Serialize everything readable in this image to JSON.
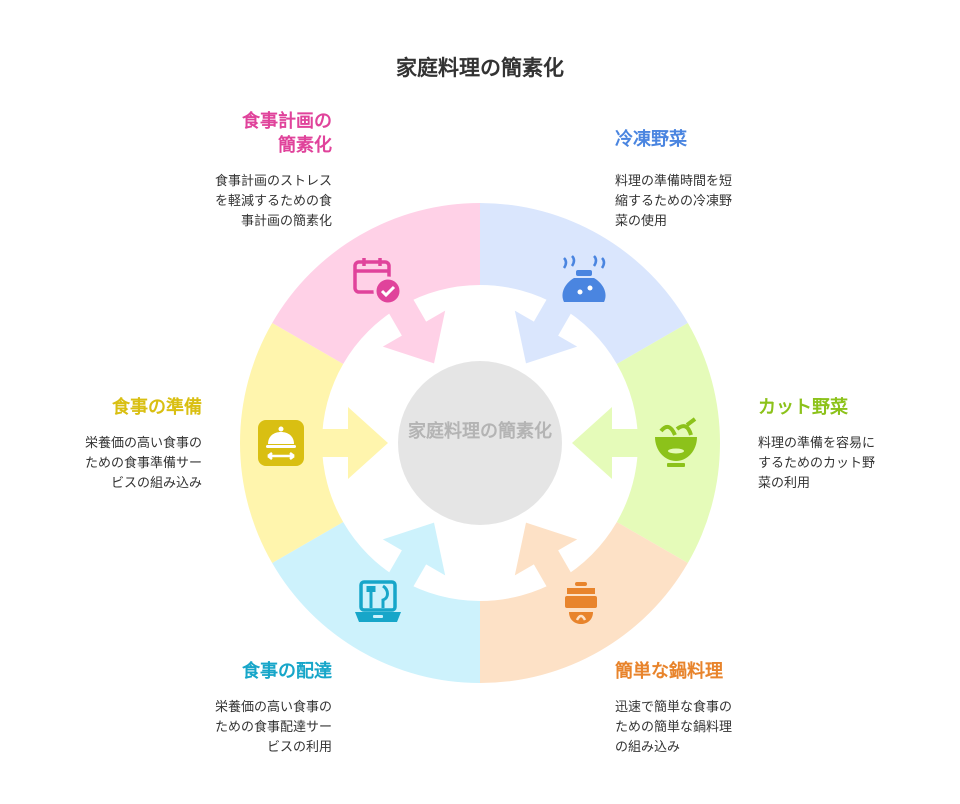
{
  "title": "家庭料理の簡素化",
  "center": {
    "label": "家庭料理の簡素化"
  },
  "colors": {
    "meal_plan": "#e0439b",
    "frozen_veg": "#4a85e0",
    "cut_veg": "#8cc21a",
    "one_pot": "#e8842c",
    "delivery": "#17a6c9",
    "meal_prep": "#d9bf12"
  },
  "segments": {
    "meal_plan": {
      "label_line1": "食事計画の",
      "label_line2": "簡素化",
      "desc": [
        "食事計画のストレス",
        "を軽減するための食",
        "事計画の簡素化"
      ],
      "icon": "calendar-check-icon"
    },
    "frozen_veg": {
      "label": "冷凍野菜",
      "desc": [
        "料理の準備時間を短",
        "縮するための冷凍野",
        "菜の使用"
      ],
      "icon": "frozen-bag-icon"
    },
    "cut_veg": {
      "label": "カット野菜",
      "desc": [
        "料理の準備を容易に",
        "するためのカット野",
        "菜の利用"
      ],
      "icon": "salad-bowl-icon"
    },
    "one_pot": {
      "label": "簡単な鍋料理",
      "desc": [
        "迅速で簡単な食事の",
        "ための簡単な鍋料理",
        "の組み込み"
      ],
      "icon": "cooking-pot-icon"
    },
    "delivery": {
      "label": "食事の配達",
      "desc": [
        "栄養価の高い食事の",
        "ための食事配達サー",
        "ビスの利用"
      ],
      "icon": "laptop-dining-icon"
    },
    "meal_prep": {
      "label": "食事の準備",
      "desc": [
        "栄養価の高い食事の",
        "ための食事準備サー",
        "ビスの組み込み"
      ],
      "icon": "serving-cloche-icon"
    }
  }
}
